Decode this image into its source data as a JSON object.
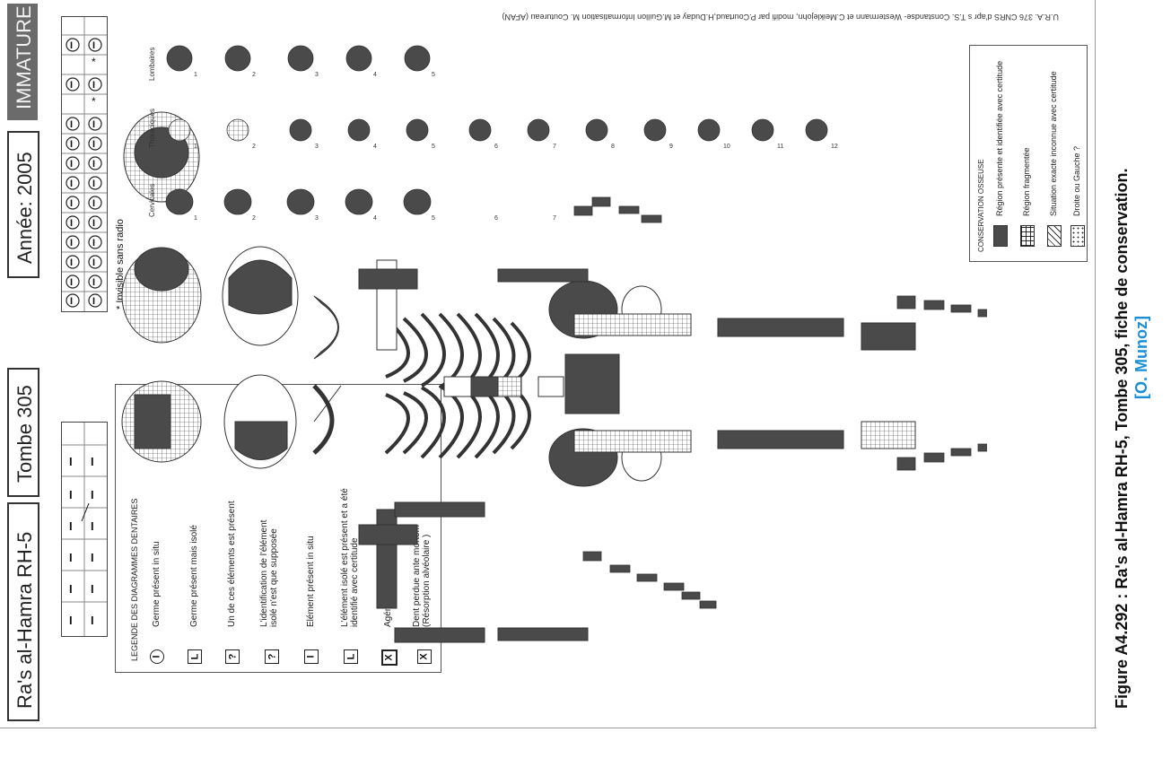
{
  "header": {
    "site": "Ra's al-Hamra RH-5",
    "tomb": "Tombe 305",
    "year": "Année: 2005",
    "age_class": "IMMATURE"
  },
  "dental_note": "* Invisible sans radio",
  "dental_legend": {
    "title": "LEGENDE DES DIAGRAMMES DENTAIRES",
    "items": [
      {
        "symbol": "I",
        "shape": "circle",
        "label": "Germe présent in situ"
      },
      {
        "symbol": "L",
        "shape": "circle",
        "label": "Germe présent mais isolé"
      },
      {
        "symbol": "?",
        "shape": "square-top",
        "label": "Un de ces éléments est présent"
      },
      {
        "symbol": "?",
        "shape": "square",
        "label": "L'identification de l'élément isolé n'est que supposée"
      },
      {
        "symbol": "I",
        "shape": "square",
        "label": "Elément présent in situ"
      },
      {
        "symbol": "L",
        "shape": "square",
        "label": "L'élément isolé est présent et a été identifié avec certitude"
      },
      {
        "symbol": "X",
        "shape": "square-bold",
        "label": "Agénésie dentaire"
      },
      {
        "symbol": "X",
        "shape": "square",
        "label": "Dent perdue ante mortem (Résorption alvéolaire )"
      }
    ]
  },
  "vertebrae": {
    "cervical_label": "Cervicales",
    "thoracic_label": "Thoraciques",
    "lumbar_label": "Lombaires",
    "cervical_numbers": [
      "1",
      "2",
      "3",
      "4",
      "5",
      "6",
      "7"
    ],
    "thoracic_numbers": [
      "1",
      "2",
      "3",
      "4",
      "5",
      "6",
      "7",
      "8",
      "9",
      "10",
      "11",
      "12"
    ],
    "lumbar_numbers": [
      "1",
      "2",
      "3",
      "4",
      "5"
    ]
  },
  "conservation_legend": {
    "title": "CONSERVATION OSSEUSE",
    "items": [
      {
        "label": "Région présente et identifiée avec certitude",
        "fill": "#4a4a4a"
      },
      {
        "label": "Région fragmentée",
        "fill": "grid"
      },
      {
        "label": "Situation exacte inconnue avec certitude",
        "fill": "hatch"
      },
      {
        "label": "Droite ou Gauche ?",
        "fill": "dots"
      }
    ]
  },
  "credit": "U.R.A. 376 CNRS d'apr s T.S. Constandse- Westermann et C.Meiklejohn, modifi par P.Courtaud,H.Duday et M.Guillon Informatisation M. Coutureau (AFAN)",
  "caption": {
    "bold": "Figure A4.292 : Ra's al-Hamra RH-5, Tombe 305, fiche de conservation.",
    "link": "[O. Munoz]"
  },
  "colors": {
    "bone_dark": "#4a4a4a",
    "accent_link": "#1a8fd6",
    "header_dark": "#6b6b6b"
  }
}
